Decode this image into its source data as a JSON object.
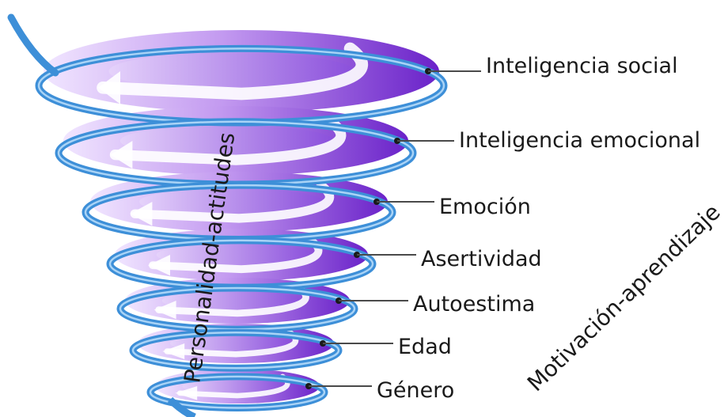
{
  "diagram": {
    "levels": [
      {
        "label": "Inteligencia social"
      },
      {
        "label": "Inteligencia emocional"
      },
      {
        "label": "Emoción"
      },
      {
        "label": "Asertividad"
      },
      {
        "label": "Autoestima"
      },
      {
        "label": "Edad"
      },
      {
        "label": "Género"
      }
    ],
    "vertical_label": "Personalidad-actitudes",
    "diagonal_label": "Motivación-aprendizaje",
    "colors": {
      "disc_dark": "#6a22c9",
      "disc_light": "#efe2ff",
      "spiral_ribbon": "#3d8fd8",
      "spiral_highlight": "#a9d3f6",
      "leader_line": "#4a4a4a",
      "text": "#1a1a1a"
    }
  }
}
